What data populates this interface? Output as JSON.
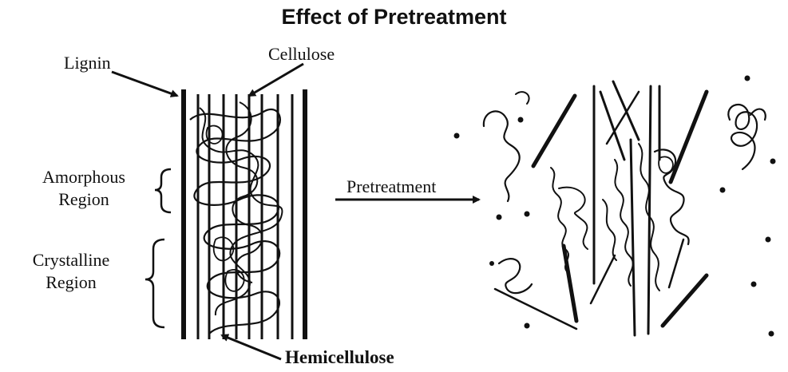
{
  "title": "Effect of Pretreatment",
  "labels": {
    "lignin": "Lignin",
    "cellulose": "Cellulose",
    "amorphous_line1": "Amorphous",
    "amorphous_line2": "Region",
    "crystalline_line1": "Crystalline",
    "crystalline_line2": "Region",
    "hemicellulose": "Hemicellulose",
    "pretreatment": "Pretreatment"
  }
}
